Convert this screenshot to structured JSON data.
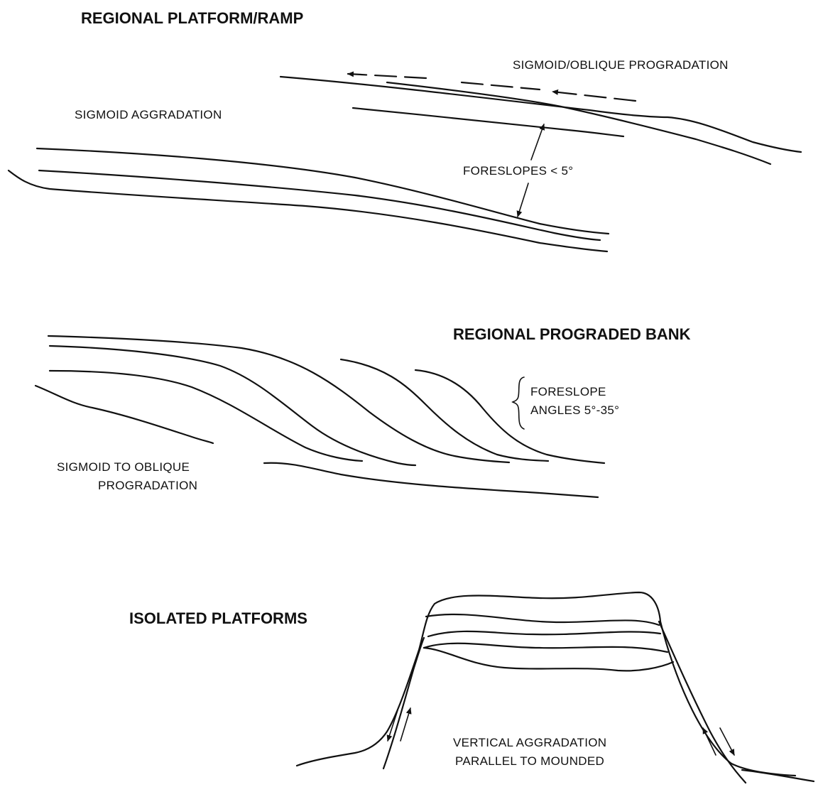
{
  "panels": {
    "ramp": {
      "title": "REGIONAL PLATFORM/RAMP",
      "label_progradation": "SIGMOID/OBLIQUE PROGRADATION",
      "label_aggradation": "SIGMOID AGGRADATION",
      "label_foreslope": "FORESLOPES < 5°"
    },
    "bank": {
      "title": "REGIONAL PROGRADED BANK",
      "label_foreslope_line1": "FORESLOPE",
      "label_foreslope_line2": "ANGLES 5°-35°",
      "label_prog_line1": "SIGMOID TO OBLIQUE",
      "label_prog_line2": "PROGRADATION"
    },
    "isolated": {
      "title": "ISOLATED PLATFORMS",
      "label_line1": "VERTICAL AGGRADATION",
      "label_line2": "PARALLEL TO MOUNDED"
    }
  },
  "colors": {
    "ink": "#111111",
    "background": "#ffffff"
  }
}
